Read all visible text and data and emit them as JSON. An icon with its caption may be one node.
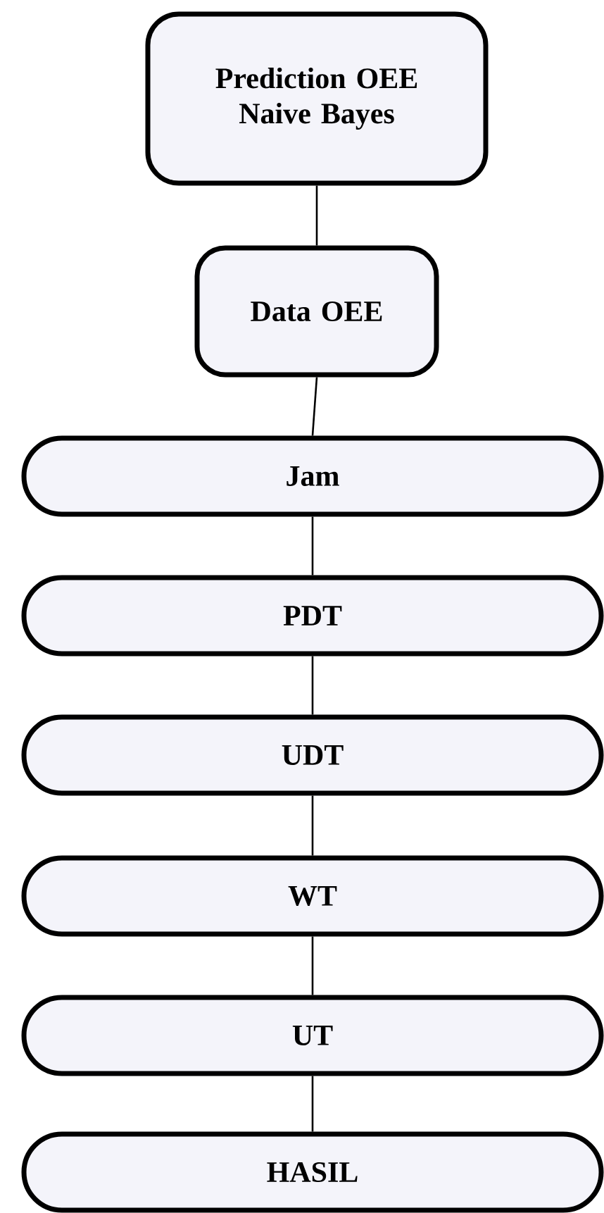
{
  "diagram": {
    "nodes": [
      {
        "text": [
          "Prediction OEE Naive Bayes"
        ]
      },
      {
        "text": [
          "Data OEE"
        ]
      },
      {
        "text": [
          "Jam"
        ]
      },
      {
        "text": [
          "PDT"
        ]
      },
      {
        "text": [
          "UDT"
        ]
      },
      {
        "text": [
          "WT"
        ]
      },
      {
        "text": [
          "UT"
        ]
      },
      {
        "text": [
          "HASIL"
        ]
      }
    ],
    "edges": [
      {
        "from": 0,
        "to": 1,
        "arrow": "none"
      },
      {
        "from": 1,
        "to": 2,
        "arrow": "none"
      },
      {
        "from": 2,
        "to": 3,
        "arrow": "none"
      },
      {
        "from": 3,
        "to": 4,
        "arrow": "none"
      },
      {
        "from": 4,
        "to": 5,
        "arrow": "none"
      },
      {
        "from": 5,
        "to": 6,
        "arrow": "none"
      },
      {
        "from": 6,
        "to": 7,
        "arrow": "none"
      }
    ]
  }
}
